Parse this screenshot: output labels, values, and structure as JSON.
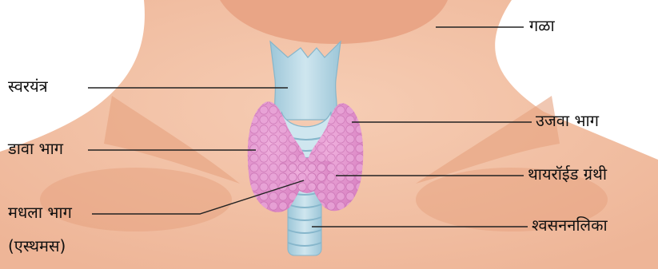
{
  "labels": {
    "neck": "गळा",
    "larynx": "स्वरयंत्र",
    "right_lobe": "उजवा भाग",
    "left_lobe": "डावा भाग",
    "thyroid_gland": "थायरॉईड ग्रंथी",
    "isthmus_line1": "मधला भाग",
    "isthmus_line2": "(एस्थमस)",
    "trachea": "श्वसननलिका"
  },
  "colors": {
    "skin": "#f2c3a6",
    "skin_shadow": "#e9a987",
    "neck_shadow": "#e7a681",
    "cartilage": "#b7d7e4",
    "cartilage_dark": "#8fbfd4",
    "thyroid": "#e59ad0",
    "thyroid_dark": "#c86bb0",
    "line": "#222222"
  }
}
